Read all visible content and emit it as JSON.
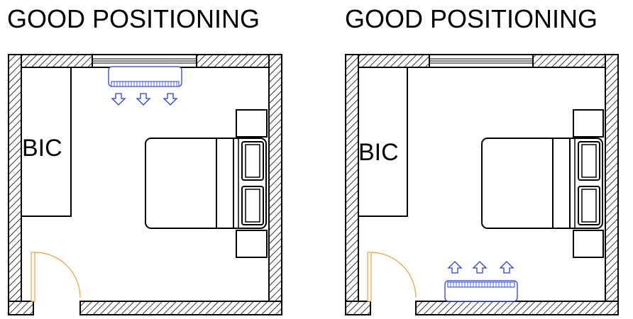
{
  "panels": [
    {
      "title": "GOOD POSITIONING",
      "closet_label": "BIC",
      "aircon_location": "top wall, above room",
      "airflow_direction": "down"
    },
    {
      "title": "GOOD POSITIONING",
      "closet_label": "BIC",
      "aircon_location": "bottom wall, floor unit",
      "airflow_direction": "up"
    }
  ],
  "colors": {
    "walls": "#000000",
    "aircon": "#2a3fd6",
    "door": "#f0a040"
  },
  "icons": [
    "aircon-unit-icon",
    "airflow-arrow-icon",
    "door-swing-icon",
    "bed-icon",
    "window-icon"
  ]
}
